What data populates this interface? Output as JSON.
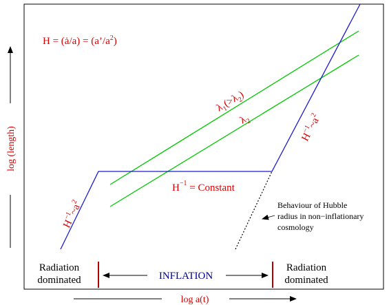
{
  "equation": {
    "prefix": "H = (",
    "adot": "ȧ",
    "mid": "/a) = (a’/a",
    "exp": "2",
    "suffix": ")"
  },
  "lambda1": {
    "base": "λ",
    "sub1": "1",
    "paren_open": "(>",
    "sub_lam": "λ",
    "sub2": "2",
    "paren_close": ")"
  },
  "lambda2": {
    "base": "λ",
    "sub": "2"
  },
  "constant": {
    "h": "H",
    "exp": "−1",
    "rest": " = Constant"
  },
  "left_slope": {
    "h": "H",
    "exp": "−1",
    "sim": "~",
    "a": "a",
    "exp2": "2"
  },
  "right_slope": {
    "h": "H",
    "exp": "−1",
    "sim": "~",
    "a": "a",
    "exp2": "2"
  },
  "annotation": {
    "line1": "Behaviour of Hubble",
    "line2": "radius in non−inflationary",
    "line3": "cosmology"
  },
  "bottom": {
    "left_1": "Radiation",
    "left_2": "dominated",
    "inflation": "INFLATION",
    "right_1": "Radiation",
    "right_2": "dominated"
  },
  "axes": {
    "y_label": "log (length)",
    "x_label": "log a(t)"
  },
  "colors": {
    "hubble": "#1a1acd",
    "modes": "#00c800",
    "text_red": "#d40000",
    "inflation_text": "#00008b"
  }
}
